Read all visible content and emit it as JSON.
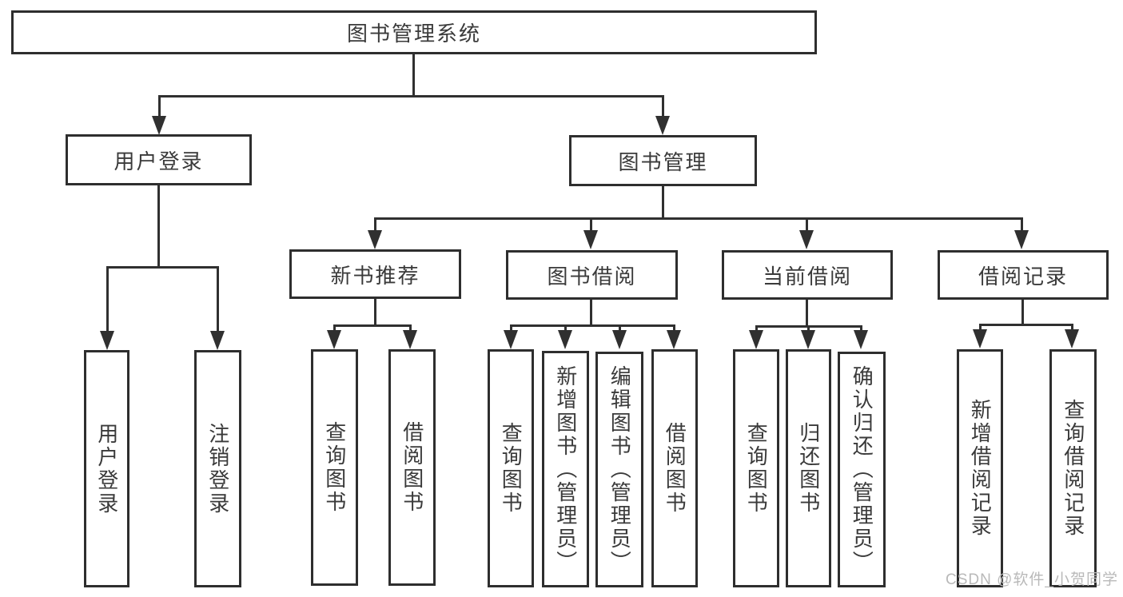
{
  "diagram_type": "hierarchy-tree",
  "colors": {
    "line": "#303030",
    "box_border": "#2e2e2e",
    "text": "#3a3a3a",
    "watermark": "#b9b9b9",
    "background": "#ffffff"
  },
  "nodes": {
    "root": "图书管理系统",
    "login": "用户登录",
    "mgmt": "图书管理",
    "newbook": "新书推荐",
    "borrow": "图书借阅",
    "current": "当前借阅",
    "records": "借阅记录",
    "login_user": "用户登录",
    "login_logout": "注销登录",
    "newbook_query": "查询图书",
    "newbook_borrow": "借阅图书",
    "borrow_query": "查询图书",
    "borrow_add": "新增图书（管理员）",
    "borrow_edit": "编辑图书（管理员）",
    "borrow_borrow": "借阅图书",
    "current_query": "查询图书",
    "current_return": "归还图书",
    "current_confirm": "确认归还（管理员）",
    "records_add": "新增借阅记录",
    "records_query": "查询借阅记录"
  },
  "watermark": "CSDN @软件_小贺同学"
}
